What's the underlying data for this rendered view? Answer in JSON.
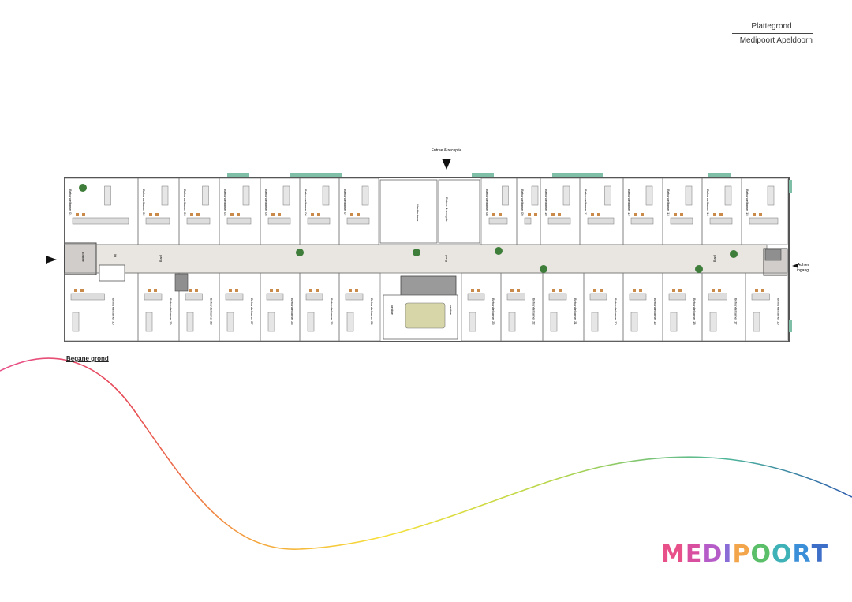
{
  "title": {
    "top": "Plattegrond",
    "bottom": "Medipoort Apeldoorn"
  },
  "floor_label": "Begane grond",
  "labels": {
    "entree_top": "Entree & receptie",
    "entree_left": "Entree",
    "achter_ingang_1": "Achter",
    "achter_ingang_2": "ingang",
    "wachtruimte": "Wachtruimte",
    "entree_receptie_room": "Entree & receptie",
    "kantine_left": "kantine",
    "kantine_right": "kantine",
    "gang_1": "gang",
    "gang_2": "gang",
    "gang_3": "gang",
    "lift": "lift"
  },
  "rooms_top": [
    "Behandelkamer 01",
    "Behandelkamer 02",
    "Behandelkamer 03",
    "Behandelkamer 04",
    "Behandelkamer 05",
    "Behandelkamer 06",
    "Behandelkamer 07",
    "Behandelkamer 08",
    "Behandelkamer 09",
    "Behandelkamer 10",
    "Behandelkamer 11",
    "Behandelkamer 12",
    "Behandelkamer 13",
    "Behandelkamer 14",
    "Behandelkamer 15"
  ],
  "rooms_bottom": [
    "Behandelkamer 30",
    "Behandelkamer 29",
    "Behandelkamer 28",
    "Behandelkamer 27",
    "Behandelkamer 26",
    "Behandelkamer 25",
    "Behandelkamer 24",
    "Behandelkamer 23",
    "Behandelkamer 22",
    "Behandelkamer 21",
    "Behandelkamer 20",
    "Behandelkamer 19",
    "Behandelkamer 18",
    "Behandelkamer 17",
    "Behandelkamer 16"
  ],
  "logo": {
    "letters": [
      "M",
      "E",
      "D",
      "I",
      "P",
      "O",
      "O",
      "R",
      "T"
    ],
    "colors": [
      "#e8508a",
      "#d84fa0",
      "#b65cc8",
      "#8a6cd6",
      "#f2a54a",
      "#5bbf6a",
      "#3fb2b7",
      "#3a8fd8",
      "#3d6fc8"
    ]
  },
  "colors": {
    "corridor": "#e9e6e1",
    "wall": "#555555",
    "plant": "#3e7d3a",
    "glazing": "#7fbfa8"
  }
}
